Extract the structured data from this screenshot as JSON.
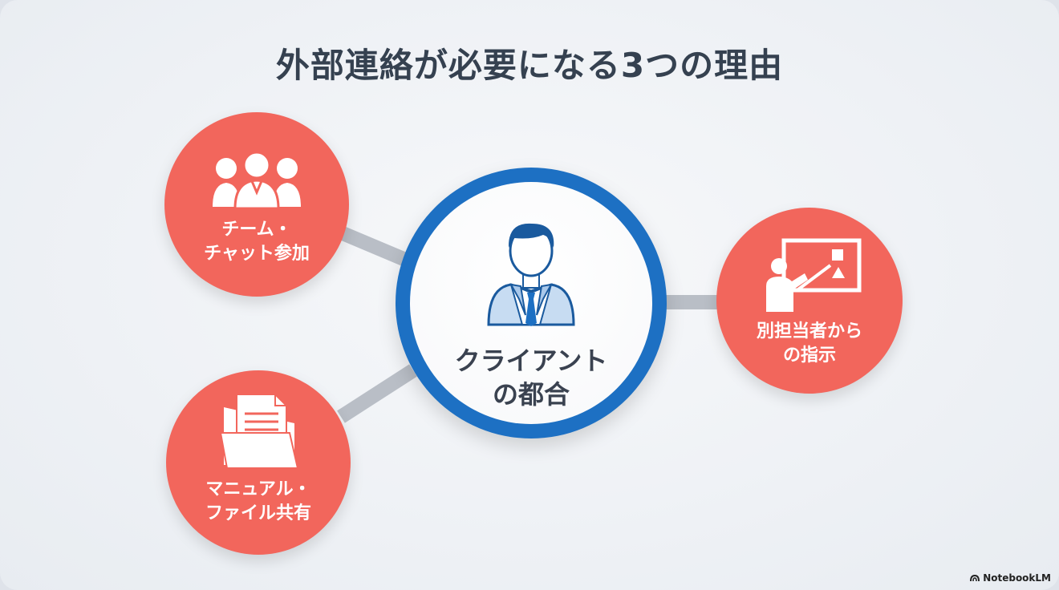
{
  "title": "外部連絡が必要になる3つの理由",
  "center": {
    "label": "クライアント\nの都合",
    "icon": "businessman-icon"
  },
  "nodes": [
    {
      "id": "team",
      "label": "チーム・\nチャット参加",
      "icon": "people-group-icon"
    },
    {
      "id": "manual",
      "label": "マニュアル・\nファイル共有",
      "icon": "folder-document-icon"
    },
    {
      "id": "other",
      "label": "別担当者から\nの指示",
      "icon": "presenter-whiteboard-icon"
    }
  ],
  "colors": {
    "node": "#f2665c",
    "center_ring": "#1d70c3",
    "connector": "#b9bec6",
    "title": "#354150"
  },
  "watermark": "NotebookLM"
}
